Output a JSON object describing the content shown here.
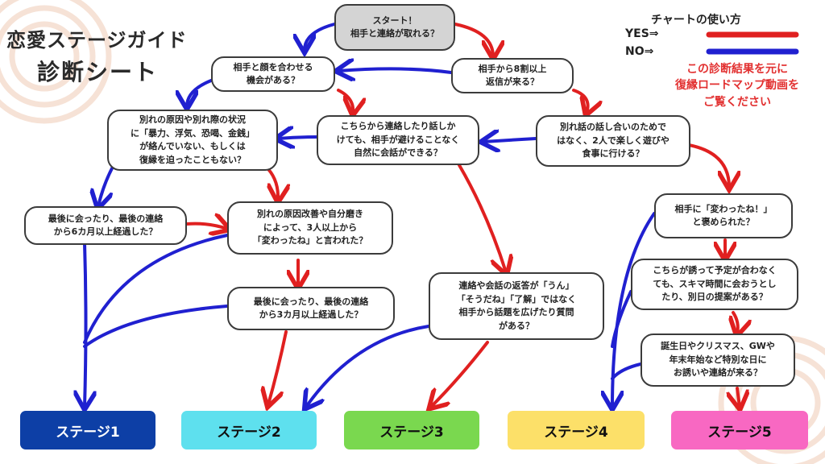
{
  "title": {
    "line1": "恋愛ステージガイド",
    "line2": "診断シート"
  },
  "legend": {
    "heading": "チャートの使い方",
    "yes": "YES⇒",
    "no": "NO⇒",
    "yes_color": "#e02020",
    "no_color": "#2020d0"
  },
  "note": "この診断結果を元に\n復縁ロードマップ動画を\nご覧ください",
  "nodes": {
    "start": "スタート！\n相手と連絡が取れる？",
    "q_meet": "相手と顔を合わせる\n機会がある？",
    "q_reply": "相手から8割以上\n返信が来る？",
    "q_cause": "別れの原因や別れ際の状況\nに「暴力、浮気、恐喝、金銭」\nが絡んでいない、もしくは\n復縁を迫ったこともない？",
    "q_natural": "こちらから連絡したり話しか\nけても、相手が避けることなく\n自然に会話ができる？",
    "q_fun": "別れ話の話し合いのためで\nはなく、2人で楽しく遊びや\n食事に行ける？",
    "q_6months": "最後に会ったり、最後の連絡\nから6カ月以上経過した？",
    "q_changed3": "別れの原因改善や自分磨き\nによって、3人以上から\n「変わったね」と言われた？",
    "q_praised": "相手に「変わったね！」\nと褒められた？",
    "q_3months": "最後に会ったり、最後の連絡\nから3カ月以上経過した？",
    "q_topics": "連絡や会話の返答が「うん」\n「そうだね」「了解」ではなく\n相手から話題を広げたり質問\nがある？",
    "q_invite": "こちらが誘って予定が合わなく\nても、スキマ時間に会おうとし\nたり、別日の提案がある？",
    "q_special": "誕生日やクリスマス、GWや\n年末年始など特別な日に\nお誘いや連絡が来る？"
  },
  "stages": [
    {
      "label": "ステージ1",
      "bg": "#0d3fa6",
      "fg": "#ffffff"
    },
    {
      "label": "ステージ2",
      "bg": "#5ee0ee",
      "fg": "#111111"
    },
    {
      "label": "ステージ3",
      "bg": "#7ad84f",
      "fg": "#111111"
    },
    {
      "label": "ステージ4",
      "bg": "#fce069",
      "fg": "#111111"
    },
    {
      "label": "ステージ5",
      "bg": "#f868c2",
      "fg": "#111111"
    }
  ]
}
